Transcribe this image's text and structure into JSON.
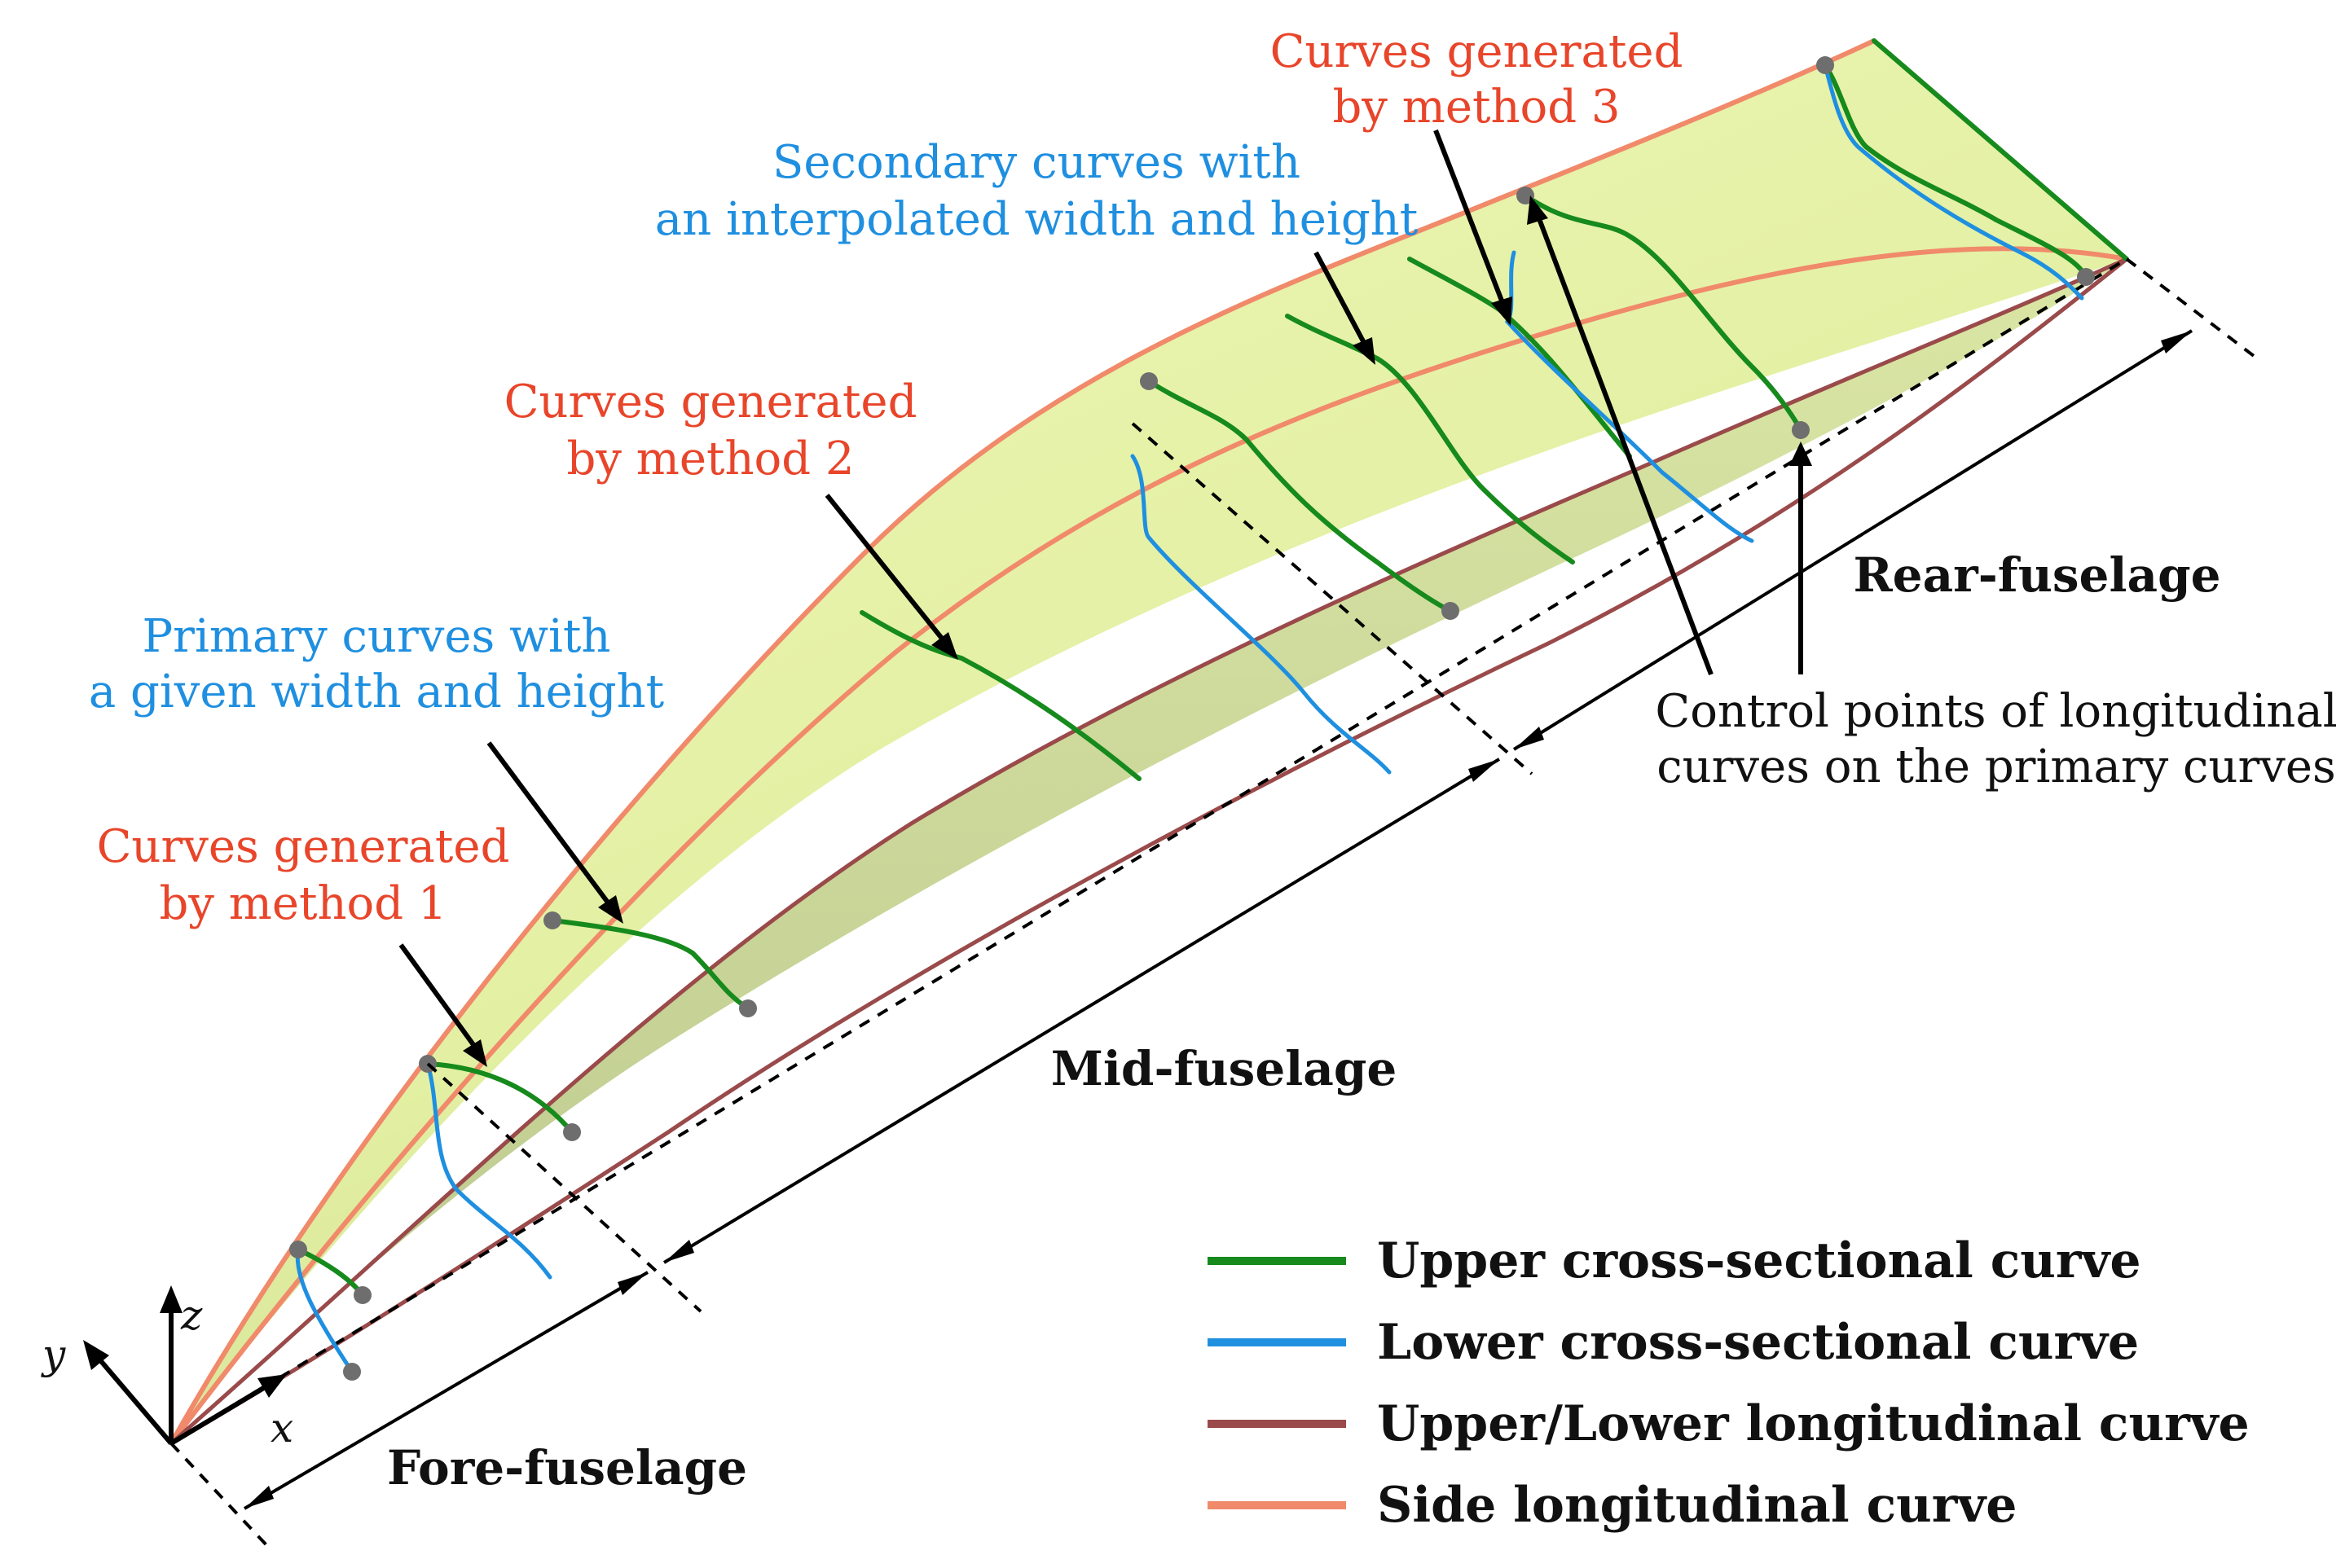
{
  "annotations": {
    "method1_line1": "Curves generated",
    "method1_line2": "by method 1",
    "primary_line1": "Primary curves with",
    "primary_line2": "a given width and height",
    "method2_line1": "Curves generated",
    "method2_line2": "by method 2",
    "secondary_line1": "Secondary curves with",
    "secondary_line2": "an interpolated width and height",
    "method3_line1": "Curves generated",
    "method3_line2": "by method 3",
    "control_line1": "Control points of longitudinal",
    "control_line2": "curves on the primary curves"
  },
  "sections": {
    "fore": "Fore-fuselage",
    "mid": "Mid-fuselage",
    "rear": "Rear-fuselage"
  },
  "axes": {
    "x": "x",
    "y": "y",
    "z": "z"
  },
  "legend": [
    {
      "label": "Upper cross-sectional curve",
      "color": "#168a1c"
    },
    {
      "label": "Lower cross-sectional curve",
      "color": "#1f8fe0"
    },
    {
      "label": "Upper/Lower longitudinal curve",
      "color": "#9a4a4a"
    },
    {
      "label": "Side longitudinal curve",
      "color": "#f08a6a"
    }
  ],
  "colors": {
    "surface": "#e6f2a8",
    "surface_shadow": "#b9c983",
    "annotation_red": "#e8452a",
    "annotation_blue": "#1f8fe0"
  }
}
